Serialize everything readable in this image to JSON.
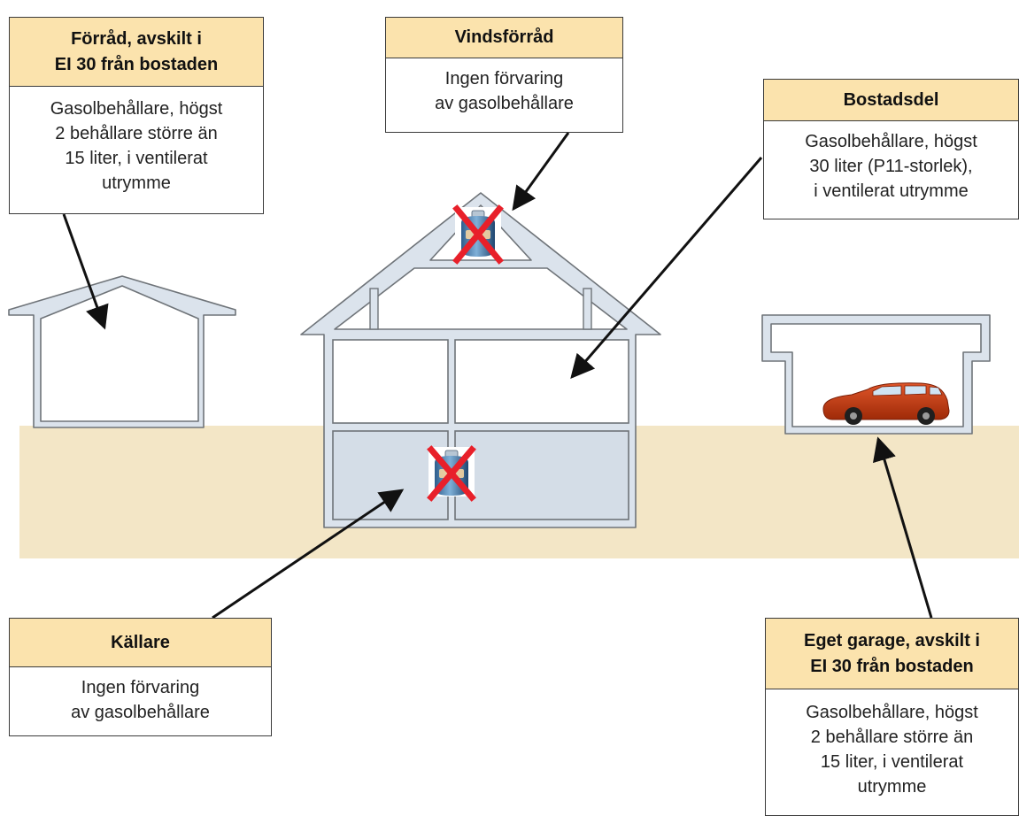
{
  "colors": {
    "ground": "#f3e6c6",
    "callout_header": "#fbe3ad",
    "wall_fill": "#dbe3ec",
    "wall_stroke": "#6f7479",
    "basement_fill": "#d4dde7",
    "car_body": "#c23a10",
    "cross": "#e8202a"
  },
  "icons": {
    "gas_cylinder": "gas-cylinder-icon",
    "forbidden_mark": "red-x-mark",
    "car": "car-icon"
  },
  "callouts": {
    "forrad": {
      "title": "Förråd, avskilt i\nEI 30 från bostaden",
      "text": "Gasolbehållare, högst\n2 behållare större än\n15 liter, i ventilerat\nutrymme"
    },
    "vindsforrad": {
      "title": "Vindsförråd",
      "text": "Ingen förvaring\nav gasolbehållare"
    },
    "bostadsdel": {
      "title": "Bostadsdel",
      "text": "Gasolbehållare, högst\n30 liter (P11-storlek),\ni ventilerat utrymme"
    },
    "kallare": {
      "title": "Källare",
      "text": "Ingen förvaring\nav gasolbehållare"
    },
    "garage": {
      "title": "Eget garage, avskilt i\nEI 30 från bostaden",
      "text": "Gasolbehållare, högst\n2 behållare större än\n15 liter, i ventilerat\nutrymme"
    }
  }
}
